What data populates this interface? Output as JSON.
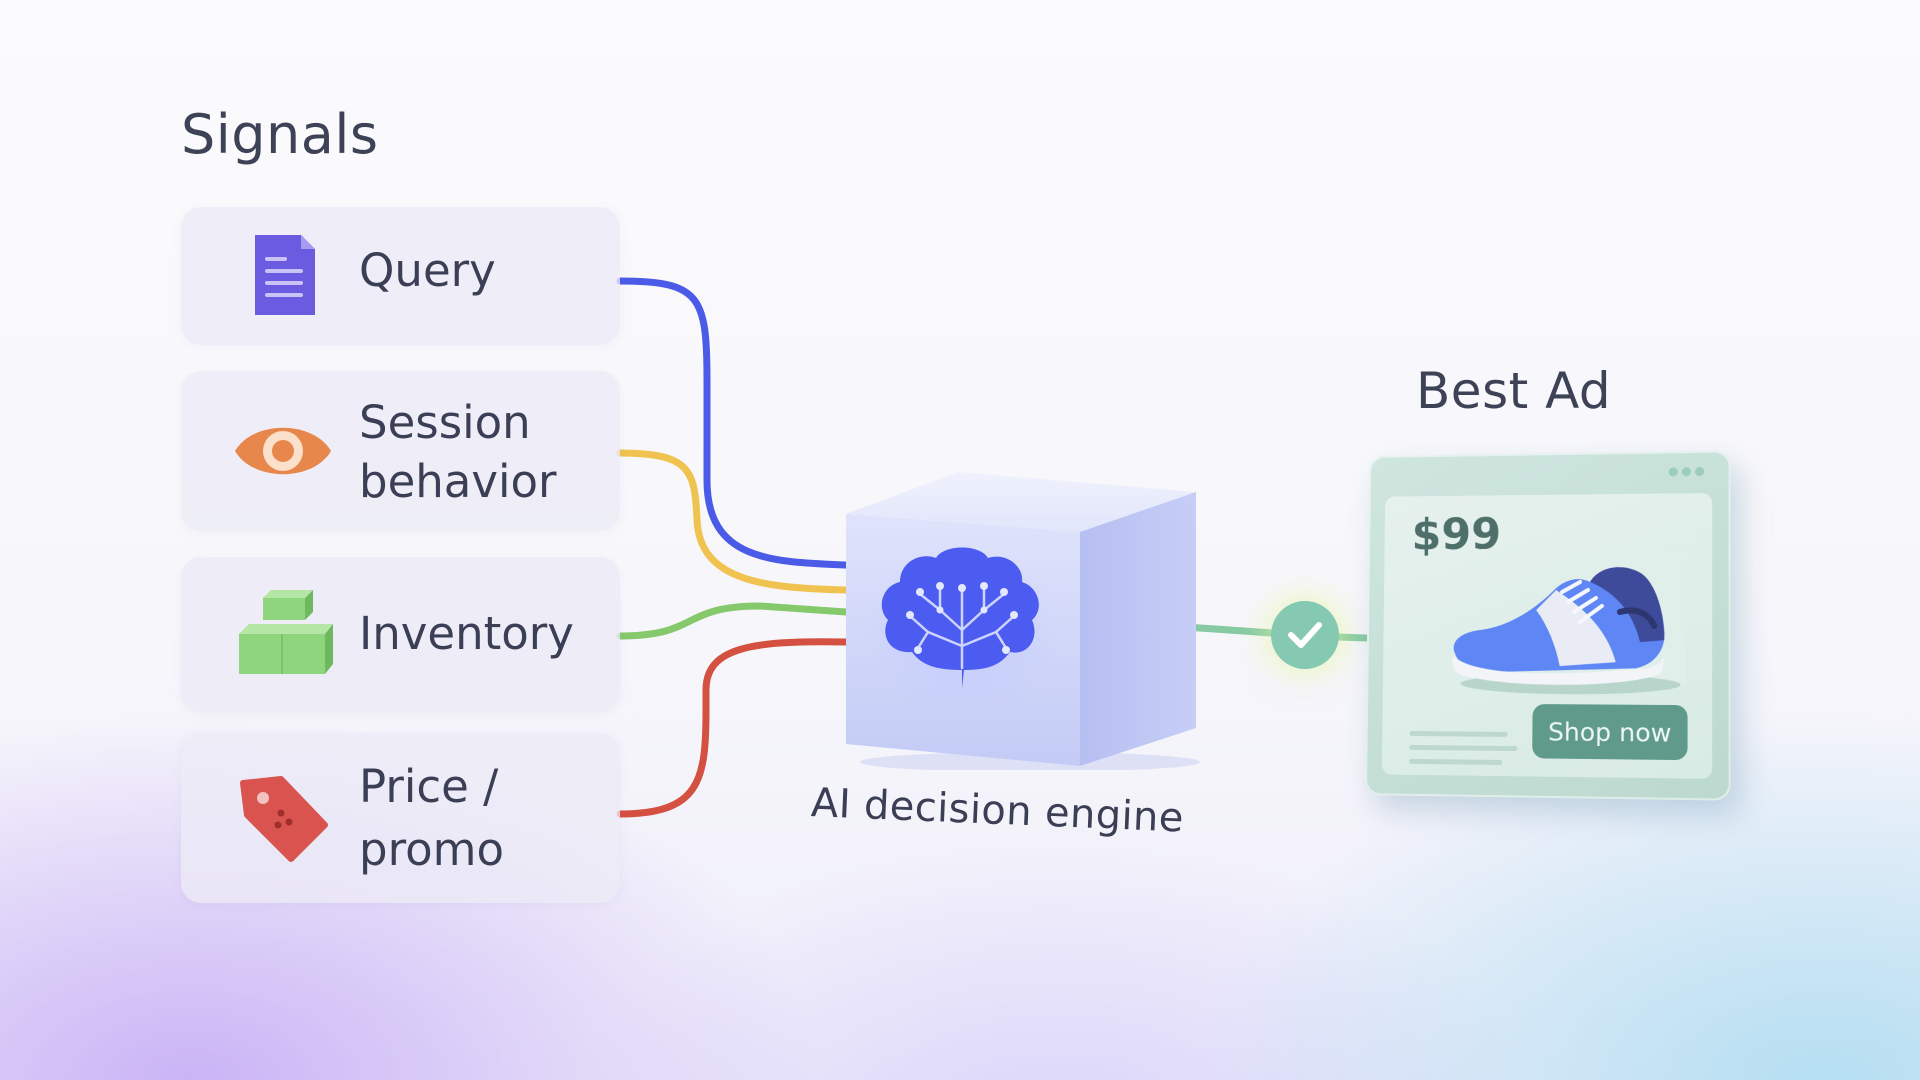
{
  "signals": {
    "title": "Signals",
    "items": [
      {
        "label": "Query",
        "icon": "document-icon",
        "color": "#6a5be0"
      },
      {
        "label": "Session\nbehavior",
        "icon": "eye-icon",
        "color": "#e8874b"
      },
      {
        "label": "Inventory",
        "icon": "boxes-icon",
        "color": "#7fcb6e"
      },
      {
        "label": "Price /\npromo",
        "icon": "price-tag-icon",
        "color": "#d9534f"
      }
    ]
  },
  "engine": {
    "label": "AI decision engine",
    "icon": "brain-icon",
    "color": "#4c5cf0"
  },
  "output": {
    "title": "Best Ad",
    "ad": {
      "price": "$99",
      "cta": "Shop now",
      "image": "sneaker-icon"
    },
    "check_icon": "check-icon",
    "check_color": "#85c9b2"
  },
  "wire_colors": {
    "query": "#4b5be8",
    "session": "#f0c24f",
    "inventory": "#86c96d",
    "price": "#d45040",
    "output": "#86c9a3"
  }
}
